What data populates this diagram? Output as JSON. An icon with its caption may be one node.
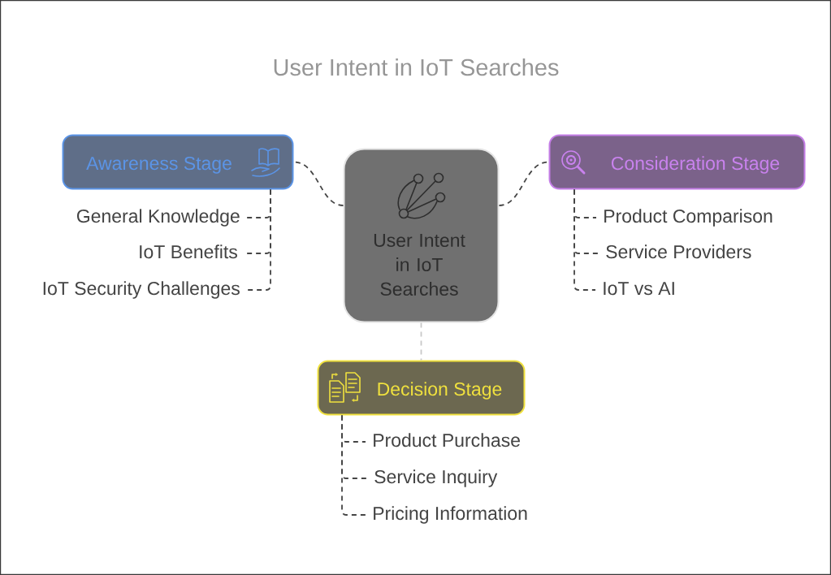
{
  "diagram": {
    "title": "User Intent in IoT Searches",
    "nodes": [
      {
        "text": [
          "User Intent in IoT Searches"
        ]
      },
      {
        "text": [
          "Awareness Stage"
        ]
      },
      {
        "text": [
          "General Knowledge"
        ]
      },
      {
        "text": [
          "IoT Benefits"
        ]
      },
      {
        "text": [
          "IoT Security Challenges"
        ]
      },
      {
        "text": [
          "Consideration Stage"
        ]
      },
      {
        "text": [
          "Product Comparison"
        ]
      },
      {
        "text": [
          "Service Providers"
        ]
      },
      {
        "text": [
          "IoT vs AI"
        ]
      },
      {
        "text": [
          "Decision Stage"
        ]
      },
      {
        "text": [
          "Product Purchase"
        ]
      },
      {
        "text": [
          "Service Inquiry"
        ]
      },
      {
        "text": [
          "Pricing Information"
        ]
      }
    ],
    "edges": [
      {
        "from": 0,
        "to": 1,
        "arrow": "none",
        "style": "dashed"
      },
      {
        "from": 0,
        "to": 5,
        "arrow": "none",
        "style": "dashed"
      },
      {
        "from": 0,
        "to": 9,
        "arrow": "none",
        "style": "dashed",
        "color": "#c8c8c8"
      },
      {
        "from": 1,
        "to": 2,
        "arrow": "none",
        "style": "dashed"
      },
      {
        "from": 1,
        "to": 3,
        "arrow": "none",
        "style": "dashed"
      },
      {
        "from": 1,
        "to": 4,
        "arrow": "none",
        "style": "dashed"
      },
      {
        "from": 5,
        "to": 6,
        "arrow": "none",
        "style": "dashed"
      },
      {
        "from": 5,
        "to": 7,
        "arrow": "none",
        "style": "dashed"
      },
      {
        "from": 5,
        "to": 8,
        "arrow": "none",
        "style": "dashed"
      },
      {
        "from": 9,
        "to": 10,
        "arrow": "none",
        "style": "dashed"
      },
      {
        "from": 9,
        "to": 11,
        "arrow": "none",
        "style": "dashed"
      },
      {
        "from": 9,
        "to": 12,
        "arrow": "none",
        "style": "dashed"
      }
    ]
  }
}
